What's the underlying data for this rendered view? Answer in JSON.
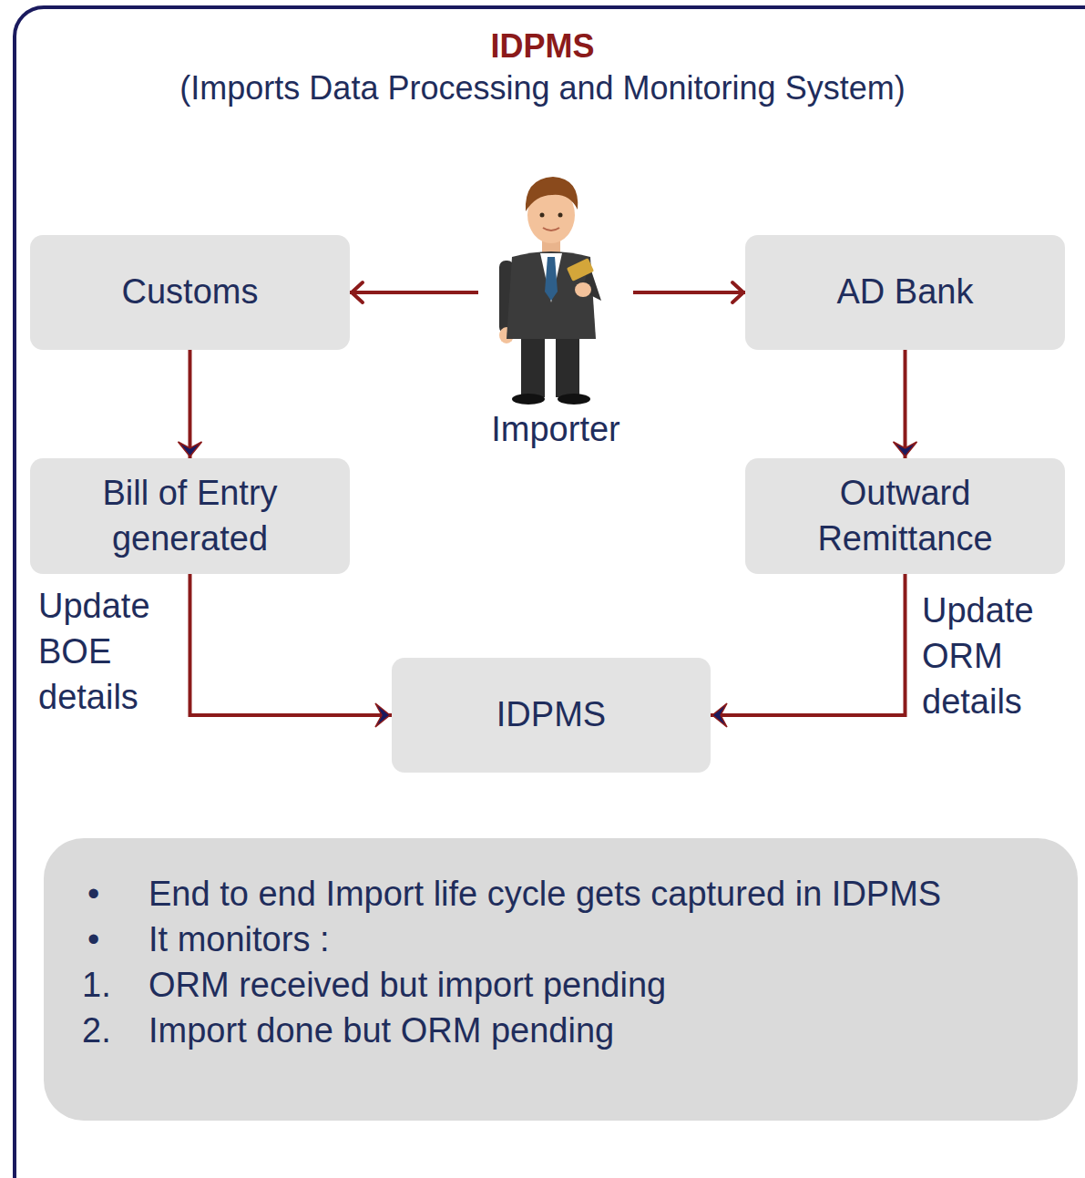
{
  "diagram": {
    "title": "IDPMS",
    "nodes": [
      {
        "text": [
          "Customs"
        ]
      },
      {
        "text": [
          "Importer"
        ]
      },
      {
        "text": [
          "AD Bank"
        ]
      },
      {
        "text": [
          "Bill of Entry generated"
        ]
      },
      {
        "text": [
          "Outward Remittance"
        ]
      },
      {
        "text": [
          "IDPMS"
        ]
      },
      {
        "text": [
          "End to end Import life cycle gets captured in IDPMS",
          "It monitors :",
          "ORM received but import pending",
          "Import done but ORM pending"
        ]
      }
    ],
    "edges": [
      {
        "from": 1,
        "to": 0,
        "arrow": "to"
      },
      {
        "from": 1,
        "to": 2,
        "arrow": "to"
      },
      {
        "from": 0,
        "to": 3,
        "arrow": "to"
      },
      {
        "from": 2,
        "to": 4,
        "arrow": "to"
      },
      {
        "from": 3,
        "to": 5,
        "label": "Update BOE details",
        "arrow": "to"
      },
      {
        "from": 4,
        "to": 5,
        "label": "Update ORM details",
        "arrow": "to"
      }
    ],
    "labels": [
      "(Imports Data Processing and Monitoring System)",
      "•",
      "•",
      "1.",
      "2."
    ]
  }
}
